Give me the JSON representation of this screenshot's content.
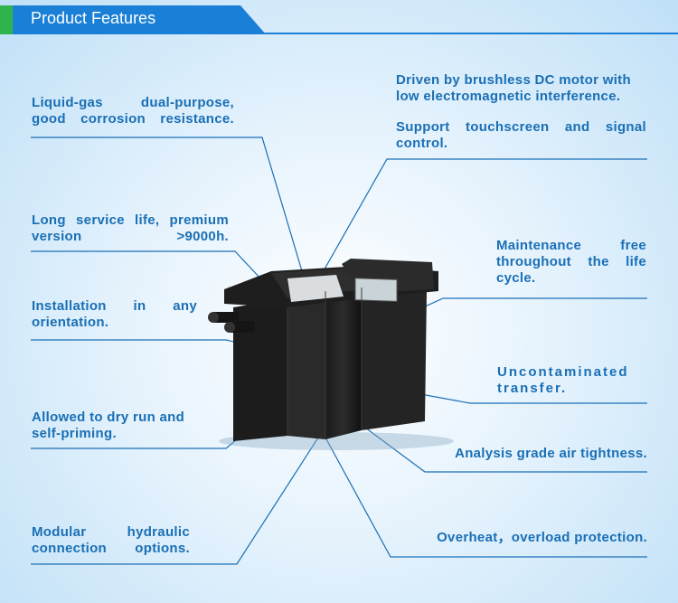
{
  "header": {
    "title": "Product Features"
  },
  "features": {
    "liquid_gas": "Liquid-gas dual-purpose, good corrosion resistance.",
    "long_life": "Long service life, premium version >9000h.",
    "orientation": "Installation in any orientation.",
    "dry_run": "Allowed to dry run and self-priming.",
    "modular": "Modular hydraulic connection options.",
    "motor": "Driven by brushless DC motor with low electromagnetic interference.",
    "touchscreen": "Support touchscreen and signal control.",
    "maintenance": "Maintenance free throughout the life cycle.",
    "uncontaminated": "Uncontaminated transfer.",
    "air_tightness": "Analysis grade air tightness.",
    "overheat": "Overheat，overload protection."
  },
  "colors": {
    "accent": "#2fb34a",
    "header_blue": "#1a7fd6",
    "text_blue": "#1a6fb5"
  }
}
